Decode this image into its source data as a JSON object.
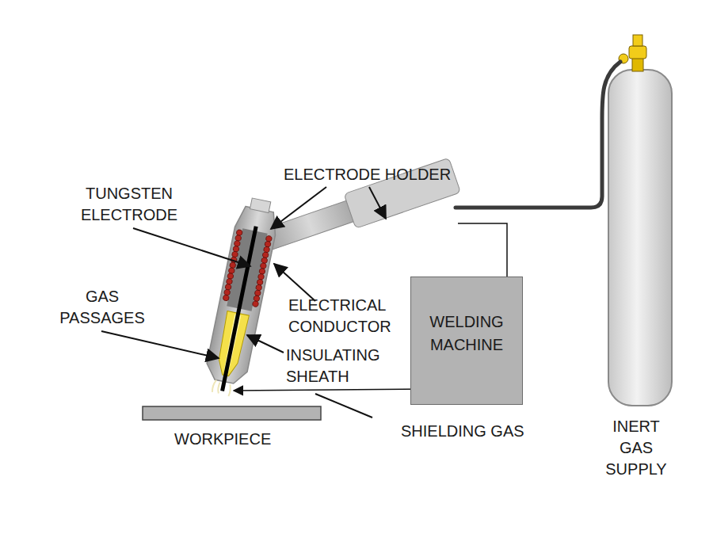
{
  "diagram": {
    "nodes": [
      {
        "text": [
          "WELDING MACHINE"
        ]
      }
    ],
    "labels": [
      "TUNGSTEN ELECTRODE",
      "ELECTRODE HOLDER",
      "GAS PASSAGES",
      "ELECTRICAL CONDUCTOR",
      "INSULATING SHEATH",
      "WORKPIECE",
      "SHIELDING GAS",
      "INERT GAS SUPPLY"
    ]
  }
}
